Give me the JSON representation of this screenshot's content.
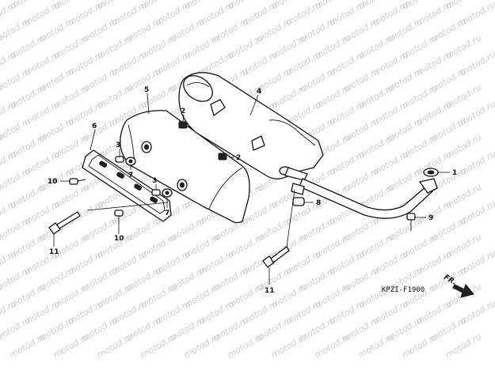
{
  "watermark": "motod.ru",
  "figure_code": "KPZI-F1900",
  "direction_label": "FR.",
  "callouts": {
    "c1": "1",
    "c2a": "2",
    "c2b": "2",
    "c3a": "3",
    "c3b": "3",
    "c4": "4",
    "c5": "5",
    "c6": "6",
    "c7a": "7",
    "c7b": "7",
    "c8": "8",
    "c9": "9",
    "c10a": "10",
    "c10b": "10",
    "c11a": "11",
    "c11b": "11"
  }
}
